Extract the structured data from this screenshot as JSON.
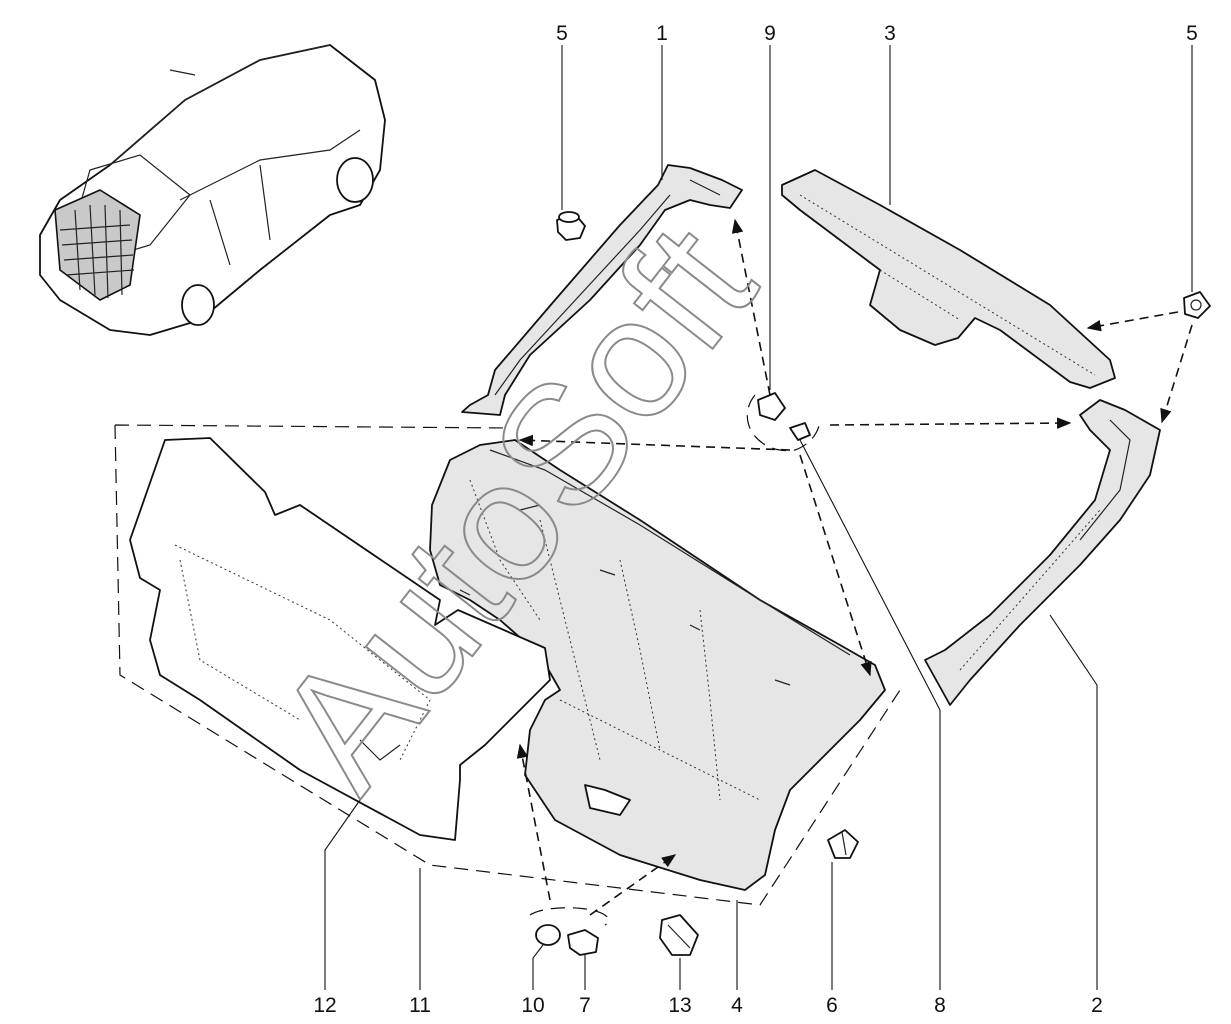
{
  "watermark": "AutoSoft",
  "callouts": {
    "c1": "1",
    "c2": "2",
    "c3": "3",
    "c4": "4",
    "c5a": "5",
    "c5b": "5",
    "c6": "6",
    "c7": "7",
    "c8": "8",
    "c9": "9",
    "c10": "10",
    "c11": "11",
    "c12": "12",
    "c13": "13"
  },
  "colors": {
    "line": "#111111",
    "fill_shade": "#e6e6e6",
    "watermark": "#8a8a8a"
  }
}
